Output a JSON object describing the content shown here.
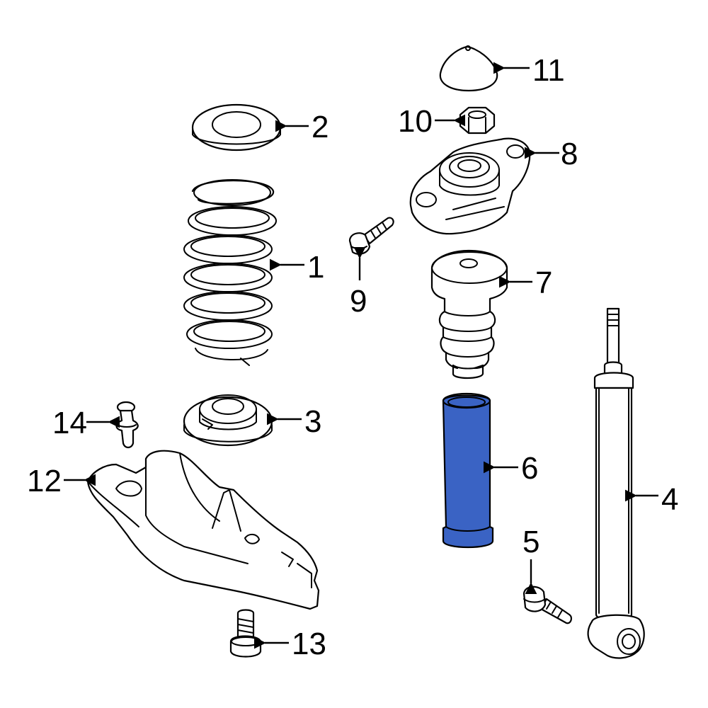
{
  "highlight_color": "#3a63c4",
  "callouts": [
    {
      "id": "1",
      "label": "1"
    },
    {
      "id": "2",
      "label": "2"
    },
    {
      "id": "3",
      "label": "3"
    },
    {
      "id": "4",
      "label": "4"
    },
    {
      "id": "5",
      "label": "5"
    },
    {
      "id": "6",
      "label": "6",
      "highlighted": true
    },
    {
      "id": "7",
      "label": "7"
    },
    {
      "id": "8",
      "label": "8"
    },
    {
      "id": "9",
      "label": "9"
    },
    {
      "id": "10",
      "label": "10"
    },
    {
      "id": "11",
      "label": "11"
    },
    {
      "id": "12",
      "label": "12"
    },
    {
      "id": "13",
      "label": "13"
    },
    {
      "id": "14",
      "label": "14"
    }
  ]
}
